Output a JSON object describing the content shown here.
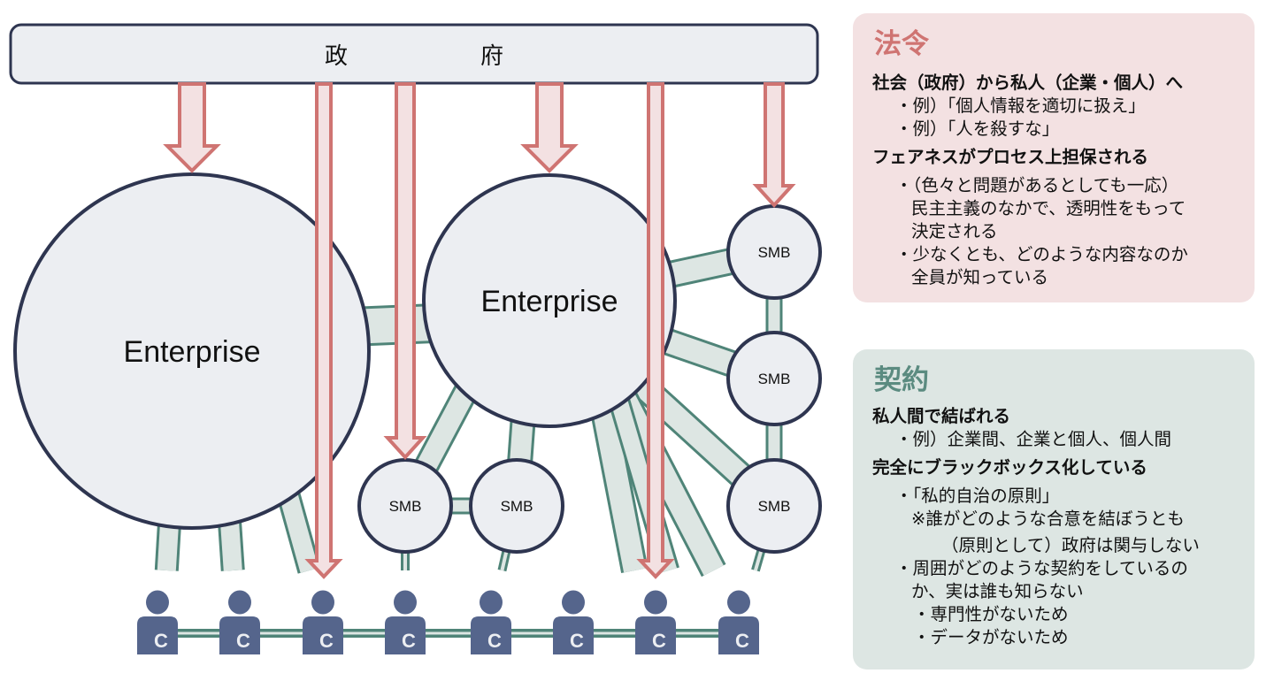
{
  "colors": {
    "node_fill": "#eceef2",
    "node_stroke": "#2e3550",
    "arrow_fill": "#f3e1e2",
    "arrow_stroke": "#cf7472",
    "link_fill": "#dde6e3",
    "link_stroke": "#4f8478",
    "person_fill": "#55658c",
    "person_label": "#eceef2",
    "law_panel_bg": "#f3e1e2",
    "law_title": "#cf7472",
    "contract_panel_bg": "#dde6e3",
    "contract_title": "#5b8b80"
  },
  "diagram": {
    "government": {
      "chars": [
        "政",
        "府"
      ]
    },
    "enterprises": [
      {
        "id": "ent-left",
        "label": "Enterprise"
      },
      {
        "id": "ent-right",
        "label": "Enterprise"
      }
    ],
    "smbs": [
      {
        "id": "smb-1",
        "label": "SMB"
      },
      {
        "id": "smb-2",
        "label": "SMB"
      },
      {
        "id": "smb-3",
        "label": "SMB"
      },
      {
        "id": "smb-4",
        "label": "SMB"
      },
      {
        "id": "smb-5",
        "label": "SMB"
      }
    ],
    "consumers": [
      {
        "label": "C"
      },
      {
        "label": "C"
      },
      {
        "label": "C"
      },
      {
        "label": "C"
      },
      {
        "label": "C"
      },
      {
        "label": "C"
      },
      {
        "label": "C"
      },
      {
        "label": "C"
      }
    ],
    "regulation_arrows": [
      {
        "target": "ent-left"
      },
      {
        "target": "consumer-3"
      },
      {
        "target": "smb-1"
      },
      {
        "target": "ent-right"
      },
      {
        "target": "consumer-7"
      },
      {
        "target": "smb-3"
      }
    ]
  },
  "law_panel": {
    "title": "法令",
    "heading1": "社会（政府）から私人（企業・個人）へ",
    "h1_items": [
      "・例）「個人情報を適切に扱え」",
      "・例）「人を殺すな」"
    ],
    "heading2": "フェアネスがプロセス上担保される",
    "h2_item1_lines": [
      "・（色々と問題があるとしても一応）",
      "民主主義のなかで、透明性をもって",
      "決定される"
    ],
    "h2_item2_lines": [
      "・少なくとも、どのような内容なのか",
      "全員が知っている"
    ]
  },
  "contract_panel": {
    "title": "契約",
    "heading1": "私人間で結ばれる",
    "h1_items": [
      "・例）企業間、企業と個人、個人間"
    ],
    "heading2": "完全にブラックボックス化している",
    "h2_item1": "・「私的自治の原則」",
    "h2_note_lines": [
      "※誰がどのような合意を結ぼうとも",
      "（原則として）政府は関与しない"
    ],
    "h2_item2_lines": [
      "・周囲がどのような契約をしているの",
      "か、実は誰も知らない"
    ],
    "h2_subitems": [
      "・専門性がないため",
      "・データがないため"
    ]
  }
}
